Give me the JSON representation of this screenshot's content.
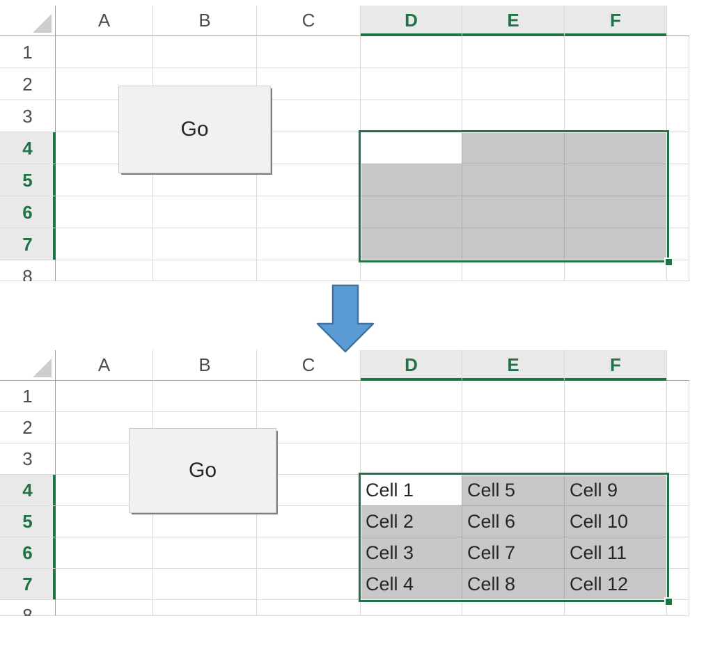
{
  "colors": {
    "excel_green": "#217346",
    "selection_fill": "#c8c8c8",
    "selected_header_bg": "#e9e9e9",
    "gridline": "#d9d9d9",
    "header_border": "#9f9f9f",
    "header_text": "#4d4d4d",
    "cell_text": "#262626",
    "button_bg": "#f1f1f1",
    "button_shadow": "#7d7d7d",
    "arrow_fill": "#5b9bd5",
    "arrow_border": "#41719c"
  },
  "grid": {
    "columns": [
      {
        "label": "A",
        "selected": false
      },
      {
        "label": "B",
        "selected": false
      },
      {
        "label": "C",
        "selected": false
      },
      {
        "label": "D",
        "selected": true
      },
      {
        "label": "E",
        "selected": true
      },
      {
        "label": "F",
        "selected": true
      }
    ],
    "rows": [
      {
        "label": "1",
        "selected": false
      },
      {
        "label": "2",
        "selected": false
      },
      {
        "label": "3",
        "selected": false
      },
      {
        "label": "4",
        "selected": true
      },
      {
        "label": "5",
        "selected": true
      },
      {
        "label": "6",
        "selected": true
      },
      {
        "label": "7",
        "selected": true
      },
      {
        "label": "8",
        "selected": false
      }
    ]
  },
  "selection": {
    "range": "D4:F7",
    "active_cell": "D4"
  },
  "button_label": "Go",
  "sheets": [
    {
      "id": "before",
      "values": [
        [
          "",
          "",
          ""
        ],
        [
          "",
          "",
          ""
        ],
        [
          "",
          "",
          ""
        ],
        [
          "",
          "",
          ""
        ]
      ]
    },
    {
      "id": "after",
      "values": [
        [
          "Cell 1",
          "Cell 5",
          "Cell 9"
        ],
        [
          "Cell 2",
          "Cell 6",
          "Cell 10"
        ],
        [
          "Cell 3",
          "Cell 7",
          "Cell 11"
        ],
        [
          "Cell 4",
          "Cell 8",
          "Cell 12"
        ]
      ]
    }
  ]
}
